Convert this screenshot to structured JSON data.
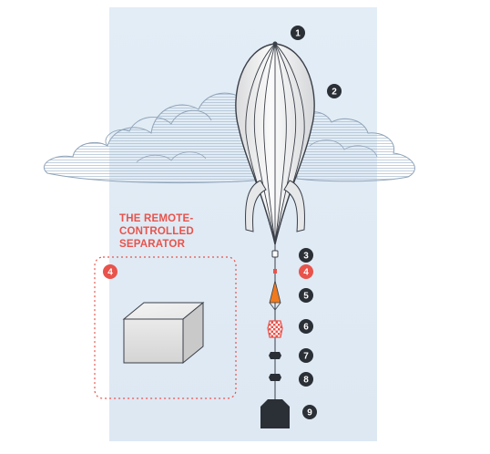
{
  "callout": {
    "title_lines": [
      "THE REMOTE-",
      "CONTROLLED",
      "SEPARATOR"
    ],
    "badge": "4"
  },
  "badges": [
    "1",
    "2",
    "3",
    "4",
    "5",
    "6",
    "7",
    "8",
    "9"
  ],
  "highlighted_badge": "4",
  "colors": {
    "sky": "#e4eef7",
    "cloud_stroke": "#9db0c4",
    "balloon_fill": "#f2f2f2",
    "balloon_stroke": "#3a3f48",
    "badge_dark": "#2b2f36",
    "highlight": "#e8534b",
    "parachute": "#f07a1e",
    "box_face": "#e3e3e3",
    "callout_border": "#e8534b"
  }
}
